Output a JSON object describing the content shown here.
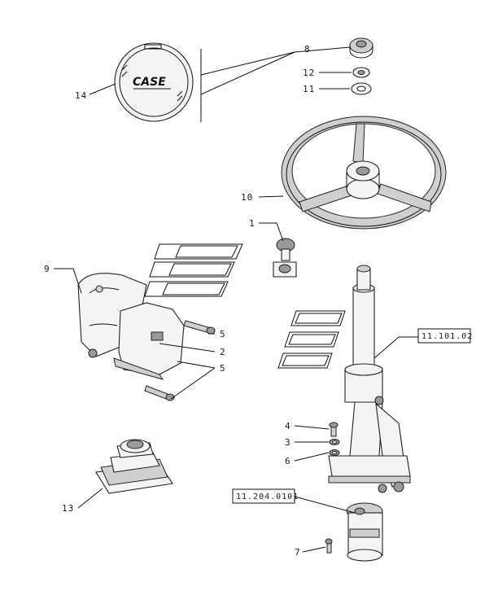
{
  "logo": {
    "text": "CASE"
  },
  "callouts": [
    {
      "id": "1",
      "text": "1"
    },
    {
      "id": "2",
      "text": "2"
    },
    {
      "id": "3",
      "text": "3"
    },
    {
      "id": "4",
      "text": "4"
    },
    {
      "id": "5a",
      "text": "5"
    },
    {
      "id": "5b",
      "text": "5"
    },
    {
      "id": "6",
      "text": "6"
    },
    {
      "id": "7",
      "text": "7"
    },
    {
      "id": "8",
      "text": "8"
    },
    {
      "id": "9",
      "text": "9"
    },
    {
      "id": "10",
      "text": "10"
    },
    {
      "id": "11",
      "text": "11"
    },
    {
      "id": "12",
      "text": "12"
    },
    {
      "id": "13",
      "text": "13"
    },
    {
      "id": "14",
      "text": "14"
    }
  ],
  "references": {
    "steering_column": "11.101.02",
    "steering_unit": "11.204.0101"
  }
}
